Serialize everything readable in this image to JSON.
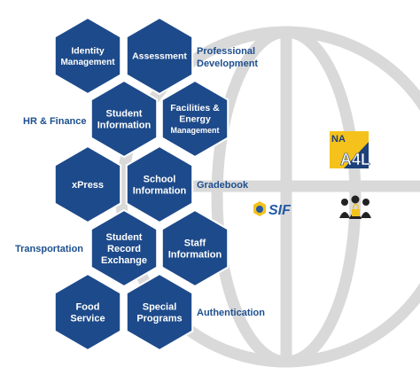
{
  "colors": {
    "hex_fill": "#1d4a8a",
    "label_color": "#1d4f8f",
    "globe_stroke": "#d9d9d9",
    "a4l_yellow": "#f4c21b",
    "a4l_navy": "#1d3f7a",
    "sif_blue": "#2459a6"
  },
  "hexagons": [
    {
      "id": "identity-management",
      "lines": [
        "Identity",
        "Management"
      ]
    },
    {
      "id": "assessment",
      "lines": [
        "Assessment"
      ]
    },
    {
      "id": "student-information",
      "lines": [
        "Student",
        "Information"
      ]
    },
    {
      "id": "facilities-energy",
      "lines": [
        "Facilities &",
        "Energy",
        "Management"
      ]
    },
    {
      "id": "xpress",
      "lines": [
        "xPress"
      ]
    },
    {
      "id": "school-information",
      "lines": [
        "School",
        "Information"
      ]
    },
    {
      "id": "student-record-exchange",
      "lines": [
        "Student",
        "Record",
        "Exchange"
      ]
    },
    {
      "id": "staff-information",
      "lines": [
        "Staff",
        "Information"
      ]
    },
    {
      "id": "food-service",
      "lines": [
        "Food",
        "Service"
      ]
    },
    {
      "id": "special-programs",
      "lines": [
        "Special",
        "Programs"
      ]
    }
  ],
  "side_labels": [
    {
      "id": "professional-development",
      "lines": [
        "Professional",
        "Development"
      ]
    },
    {
      "id": "hr-finance",
      "lines": [
        "HR & Finance"
      ]
    },
    {
      "id": "gradebook",
      "lines": [
        "Gradebook"
      ]
    },
    {
      "id": "transportation",
      "lines": [
        "Transportation"
      ]
    },
    {
      "id": "authentication",
      "lines": [
        "Authentication"
      ]
    }
  ],
  "logos": {
    "a4l": {
      "top": "NA",
      "main": "A4L"
    },
    "sif": {
      "text": "SIF"
    },
    "people": {
      "icon": "community-lock-icon"
    }
  }
}
